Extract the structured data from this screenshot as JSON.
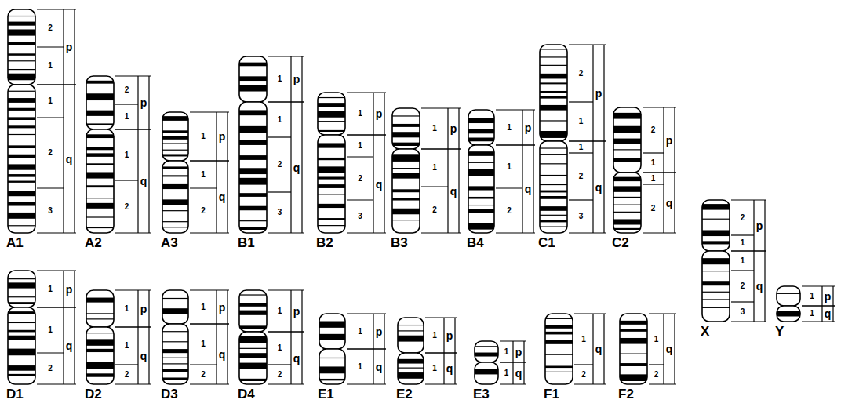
{
  "diagram": {
    "labels": [
      "2",
      "1",
      "p",
      "1",
      "2",
      "3",
      "q",
      "A1",
      "2",
      "1",
      "p",
      "1",
      "2",
      "q",
      "A2",
      "1",
      "p",
      "1",
      "2",
      "q",
      "A3",
      "1",
      "p",
      "1",
      "2",
      "3",
      "q",
      "B1",
      "1",
      "p",
      "1",
      "2",
      "3",
      "q",
      "B2",
      "1",
      "p",
      "1",
      "2",
      "q",
      "B3",
      "1",
      "p",
      "1",
      "2",
      "q",
      "B4",
      "2",
      "1",
      "p",
      "1",
      "2",
      "3",
      "q",
      "C1",
      "2",
      "1",
      "p",
      "1",
      "2",
      "q",
      "C2",
      "2",
      "1",
      "p",
      "1",
      "2",
      "3",
      "q",
      "X",
      "1",
      "p",
      "1",
      "q",
      "Y",
      "1",
      "p",
      "1",
      "2",
      "q",
      "D1",
      "1",
      "p",
      "1",
      "2",
      "q",
      "D2",
      "1",
      "p",
      "1",
      "2",
      "q",
      "D3",
      "1",
      "p",
      "1",
      "2",
      "q",
      "D4",
      "1",
      "p",
      "1",
      "q",
      "E1",
      "1",
      "p",
      "1",
      "q",
      "E2",
      "1",
      "p",
      "1",
      "q",
      "E3",
      "1",
      "2",
      "q",
      "F1",
      "1",
      "2",
      "q",
      "F2"
    ]
  }
}
